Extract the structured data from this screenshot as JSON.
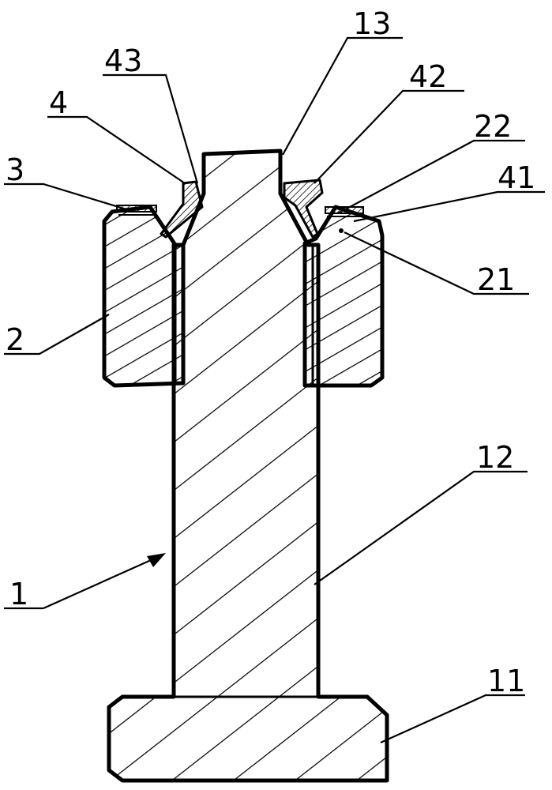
{
  "labels": {
    "l1": "1",
    "l2": "2",
    "l3": "3",
    "l4": "4",
    "l11": "11",
    "l12": "12",
    "l13": "13",
    "l21": "21",
    "l22": "22",
    "l41": "41",
    "l42": "42",
    "l43": "43"
  },
  "colors": {
    "ink": "#000000",
    "paper": "#ffffff"
  }
}
